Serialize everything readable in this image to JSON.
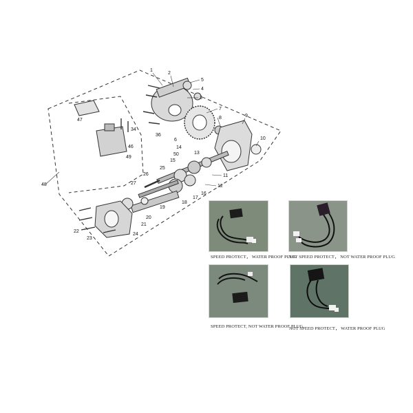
{
  "diagram": {
    "callouts": {
      "c1": "1",
      "c2": "2",
      "c3": "3",
      "c4": "4",
      "c5": "5",
      "c6": "6",
      "c7": "7",
      "c8": "8",
      "c9": "9",
      "c10": "10",
      "c11": "11",
      "c12": "12",
      "c13": "13",
      "c14": "14",
      "c15": "15",
      "c16": "16",
      "c17": "17",
      "c18": "18",
      "c19": "19",
      "c20": "20",
      "c21": "21",
      "c22": "22",
      "c23": "23",
      "c24": "24",
      "c25": "25",
      "c26": "26",
      "c27": "27",
      "c36": "36",
      "c34": "34",
      "c46": "46",
      "c47": "47",
      "c48": "48",
      "c49": "49",
      "c50": "50"
    }
  },
  "variants": [
    {
      "caption": "SPEED PROTECT， WATER PROOF PLUG",
      "photo_bg": "#7e8a7a"
    },
    {
      "caption": "NOT SPEED PROTECT， NOT WATER PROOF PLUG",
      "photo_bg": "#8a9488"
    },
    {
      "caption": "SPEED PROTECT, NOT WATER PROOF PLUG",
      "photo_bg": "#7c8a7d"
    },
    {
      "caption": "NOT SPEED PROTECT， WATER PROOF PLUG",
      "photo_bg": "#5f7466"
    }
  ]
}
